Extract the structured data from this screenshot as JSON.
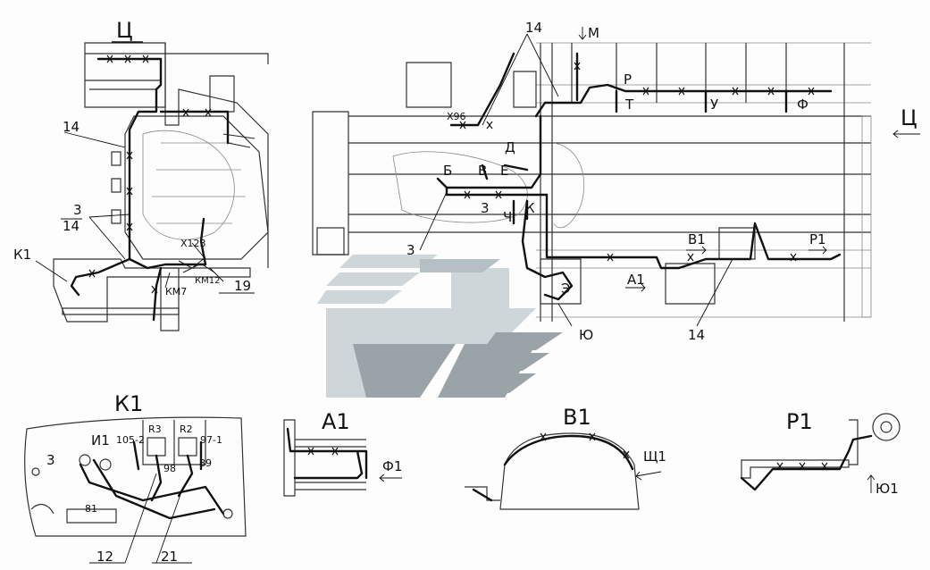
{
  "colors": {
    "ink": "#111111",
    "watermark_light": "#cfd6da",
    "watermark_dark": "#9aa3a8"
  },
  "top_left": {
    "title": "Ц",
    "label_14": "14",
    "label_3": "3",
    "label_14b": "14",
    "label_k1": "К1",
    "label_x123": "Х123",
    "label_km7": "КМ7",
    "label_km12": "КМ12",
    "label_19": "19"
  },
  "top_right": {
    "label_14": "14",
    "label_m": "М",
    "label_x96": "Х96",
    "label_r": "Р",
    "label_t": "Т",
    "label_u": "У",
    "label_f": "Ф",
    "label_d": "Д",
    "label_b": "Б",
    "label_v": "В",
    "label_e": "Е",
    "label_3": "3",
    "label_ch": "Ч",
    "label_k": "К",
    "label_3b": "3",
    "label_v1": "В1",
    "label_p1": "Р1",
    "label_a1": "А1",
    "label_e2": "Э",
    "label_yu": "Ю",
    "label_14b": "14",
    "label_ts": "Ц"
  },
  "detail_k1": {
    "title": "К1",
    "label_i1": "И1",
    "label_1052": "105-2",
    "label_r3": "R3",
    "label_r2": "R2",
    "label_971": "97-1",
    "label_3": "3",
    "label_98": "98",
    "label_89": "89",
    "label_81": "81",
    "label_12": "12",
    "label_21": "21"
  },
  "detail_a1": {
    "title": "А1",
    "label_f1": "Ф1"
  },
  "detail_v1": {
    "title": "В1",
    "label_sch1": "Щ1"
  },
  "detail_p1": {
    "title": "Р1",
    "label_yu1": "Ю1"
  }
}
